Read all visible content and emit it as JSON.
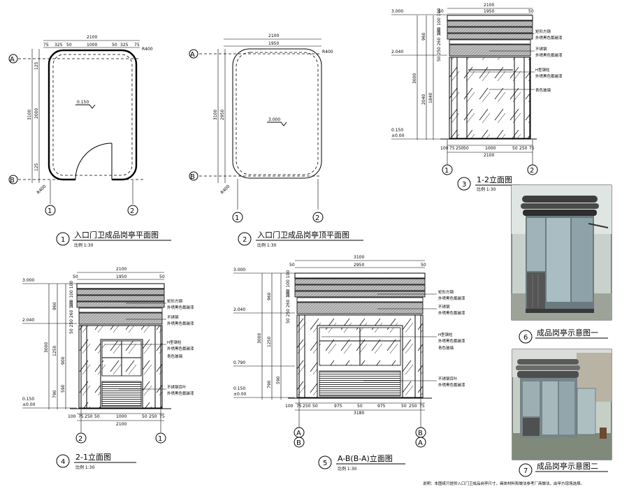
{
  "axes": {
    "A": "A",
    "B": "B",
    "one": "1",
    "two": "2",
    "A_over_B": "A/B",
    "B_over_A": "B/A"
  },
  "dims": {
    "d2100": "2100",
    "d1950": "1950",
    "d1000": "1000",
    "d325": "325",
    "d250": "250",
    "d75": "75",
    "d50": "50",
    "d150": "150",
    "d3100": "3100",
    "d2950": "2950",
    "d2000": "2000",
    "d125": "125",
    "d3000": "3000",
    "d960": "960",
    "d2040": "2040",
    "d1840": "1840",
    "d1250": "1250",
    "d900": "900",
    "d790": "790",
    "d590": "590",
    "d975": "975",
    "d100": "100",
    "d25": "25",
    "d3180": "3180",
    "r400": "R400",
    "stack1": "100 100 100",
    "stack2": "50 250 260 100"
  },
  "levels": {
    "l0150": "0.150",
    "l3000": "3.000",
    "l2040": "2.040",
    "l0790": "0.790",
    "l000": "±0.00"
  },
  "notes": {
    "rect_tube": "矩形方钢",
    "paint": "外喷黑色氟碳漆",
    "ss_steel": "不锈钢",
    "h_steel": "H型钢柱",
    "glass": "青色玻璃",
    "louver": "不锈钢百叶"
  },
  "titles": {
    "t1": {
      "num": "1",
      "text": "入口门卫成品岗亭平面图",
      "scale": "比例 1:30"
    },
    "t2": {
      "num": "2",
      "text": "入口门卫成品岗亭顶平面图",
      "scale": "比例 1:30"
    },
    "t3": {
      "num": "3",
      "text": "1-2立面图",
      "scale": "比例 1:30"
    },
    "t4": {
      "num": "4",
      "text": "2-1立面图",
      "scale": "比例 1:30"
    },
    "t5": {
      "num": "5",
      "text": "A-B(B-A)立面图",
      "scale": "比例 1:30"
    },
    "t6": {
      "num": "6",
      "text": "成品岗亭示意图一"
    },
    "t7": {
      "num": "7",
      "text": "成品岗亭示意图二"
    }
  },
  "footer": "说明：本图纸只提供入口门卫成品岗亭尺寸，具体材料和做法参考厂商做法，由甲方现场选择。"
}
